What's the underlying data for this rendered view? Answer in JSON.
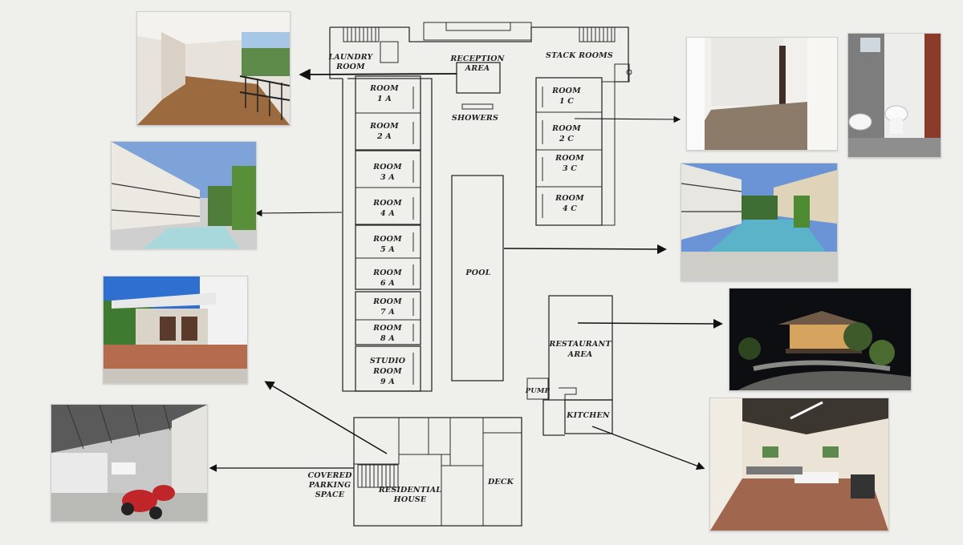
{
  "labels": {
    "laundry_1": "LAUNDRY",
    "laundry_2": "ROOM",
    "reception_1": "RECEPTION",
    "reception_2": "AREA",
    "stack_rooms": "STACK ROOMS",
    "showers": "SHOWERS",
    "room1a_1": "ROOM",
    "room1a_2": "1 A",
    "room2a_1": "ROOM",
    "room2a_2": "2 A",
    "room3a_1": "ROOM",
    "room3a_2": "3 A",
    "room4a_1": "ROOM",
    "room4a_2": "4 A",
    "room5a_1": "ROOM",
    "room5a_2": "5 A",
    "room6a_1": "ROOM",
    "room6a_2": "6 A",
    "room7a_1": "ROOM",
    "room7a_2": "7 A",
    "room8a_1": "ROOM",
    "room8a_2": "8 A",
    "studio_1": "STUDIO",
    "studio_2": "ROOM",
    "studio_3": "9 A",
    "room1c_1": "ROOM",
    "room1c_2": "1 C",
    "room2c_1": "ROOM",
    "room2c_2": "2 C",
    "room3c_1": "ROOM",
    "room3c_2": "3 C",
    "room4c_1": "ROOM",
    "room4c_2": "4 C",
    "pool": "POOL",
    "restaurant_1": "RESTAURANT",
    "restaurant_2": "AREA",
    "pump": "PUMP",
    "kitchen": "KITCHEN",
    "parking_1": "COVERED",
    "parking_2": "PARKING",
    "parking_3": "SPACE",
    "residential_1": "RESIDENTIAL",
    "residential_2": "HOUSE",
    "deck": "DECK"
  },
  "photos": [
    {
      "id": "laundry-corridor",
      "subject": "upper corridor with wooden floor and balcony railing"
    },
    {
      "id": "building-a-pool",
      "subject": "two-storey room block beside the pool"
    },
    {
      "id": "residential-deck",
      "subject": "white house with covered terrace and deck"
    },
    {
      "id": "covered-parking",
      "subject": "covered parking with motorbikes"
    },
    {
      "id": "room-interior",
      "subject": "empty room interior"
    },
    {
      "id": "bathroom",
      "subject": "bathroom with toilet and sink"
    },
    {
      "id": "pool-view",
      "subject": "pool between the two room blocks"
    },
    {
      "id": "restaurant-night",
      "subject": "restaurant pavilion at night"
    },
    {
      "id": "kitchen-interior",
      "subject": "kitchen interior with table"
    }
  ]
}
